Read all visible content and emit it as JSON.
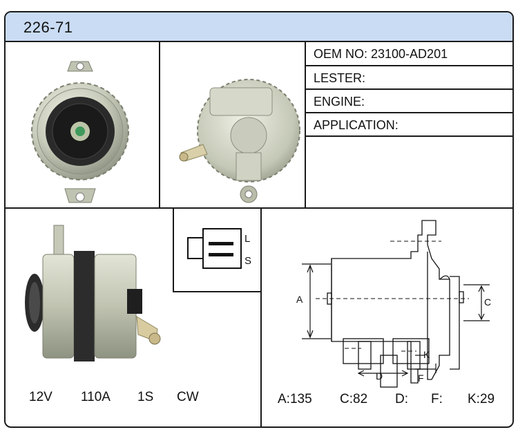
{
  "header": {
    "part_number": "226-71"
  },
  "specs": {
    "oem_no": "OEM NO: 23100-AD201",
    "lester": "LESTER:",
    "engine": "ENGINE:",
    "application": "APPLICATION:"
  },
  "ratings": {
    "voltage": "12V",
    "amperage": "110A",
    "pulley": "1S",
    "rotation": "CW"
  },
  "plug": {
    "terminal_l": "L",
    "terminal_s": "S"
  },
  "dimension_labels": {
    "a": "A",
    "c": "C",
    "d": "D",
    "f": "F",
    "k": "K"
  },
  "dimensions": {
    "a": "A:135",
    "c": "C:82",
    "d": "D:",
    "f": "F:",
    "k": "K:29"
  },
  "colors": {
    "header_bg": "#c9dcf3",
    "line": "#1a1a1a"
  }
}
